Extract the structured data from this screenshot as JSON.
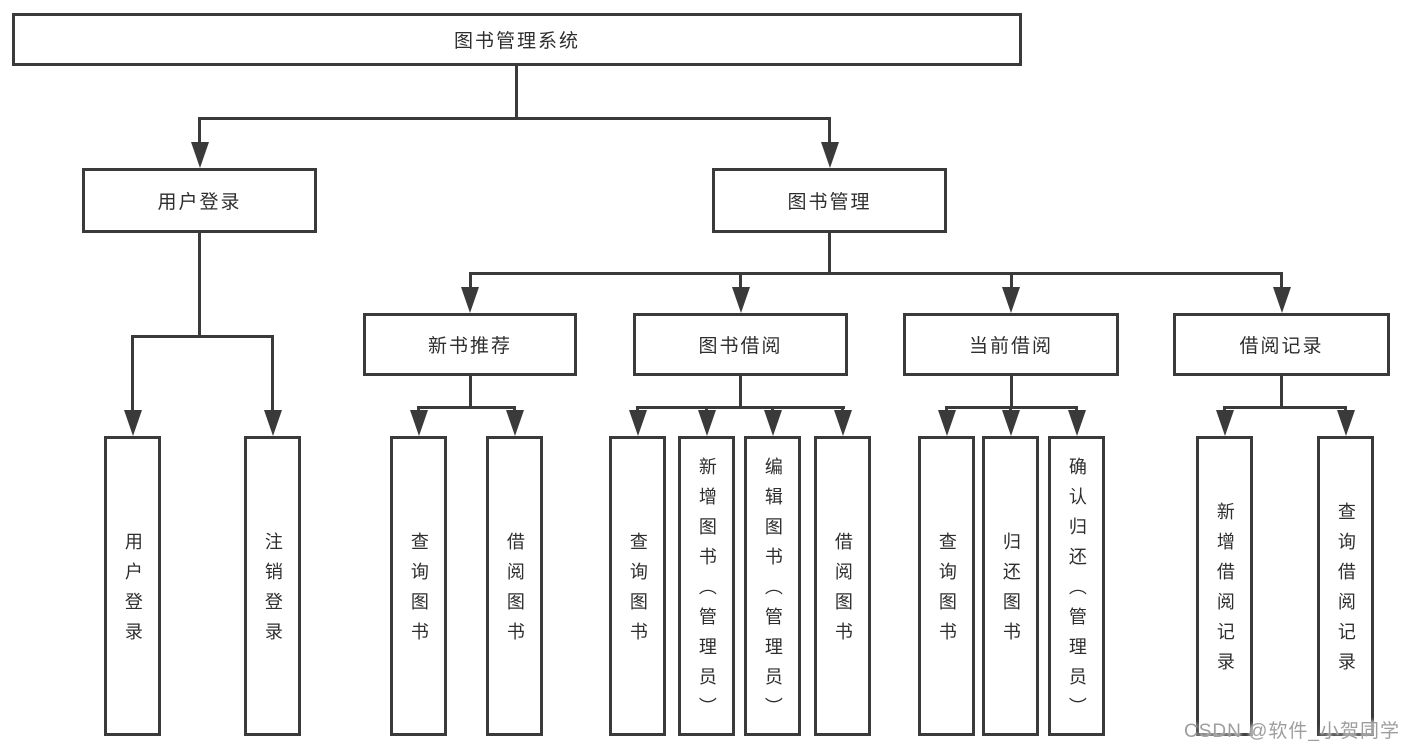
{
  "diagram_type": "hierarchy-tree",
  "colors": {
    "line": "#3a3a3a",
    "text": "#2e2e2e",
    "box_fill": "#ffffff",
    "watermark": "#9e9e9e"
  },
  "watermark": "CSDN @软件_小贺同学",
  "tree": {
    "label": "图书管理系统",
    "children": [
      {
        "label": "用户登录",
        "children": [
          {
            "label": "用户登录"
          },
          {
            "label": "注销登录"
          }
        ]
      },
      {
        "label": "图书管理",
        "children": [
          {
            "label": "新书推荐",
            "children": [
              {
                "label": "查询图书"
              },
              {
                "label": "借阅图书"
              }
            ]
          },
          {
            "label": "图书借阅",
            "children": [
              {
                "label": "查询图书"
              },
              {
                "label": "新增图书（管理员）"
              },
              {
                "label": "编辑图书（管理员）"
              },
              {
                "label": "借阅图书"
              }
            ]
          },
          {
            "label": "当前借阅",
            "children": [
              {
                "label": "查询图书"
              },
              {
                "label": "归还图书"
              },
              {
                "label": "确认归还（管理员）"
              }
            ]
          },
          {
            "label": "借阅记录",
            "children": [
              {
                "label": "新增借阅记录"
              },
              {
                "label": "查询借阅记录"
              }
            ]
          }
        ]
      }
    ]
  }
}
